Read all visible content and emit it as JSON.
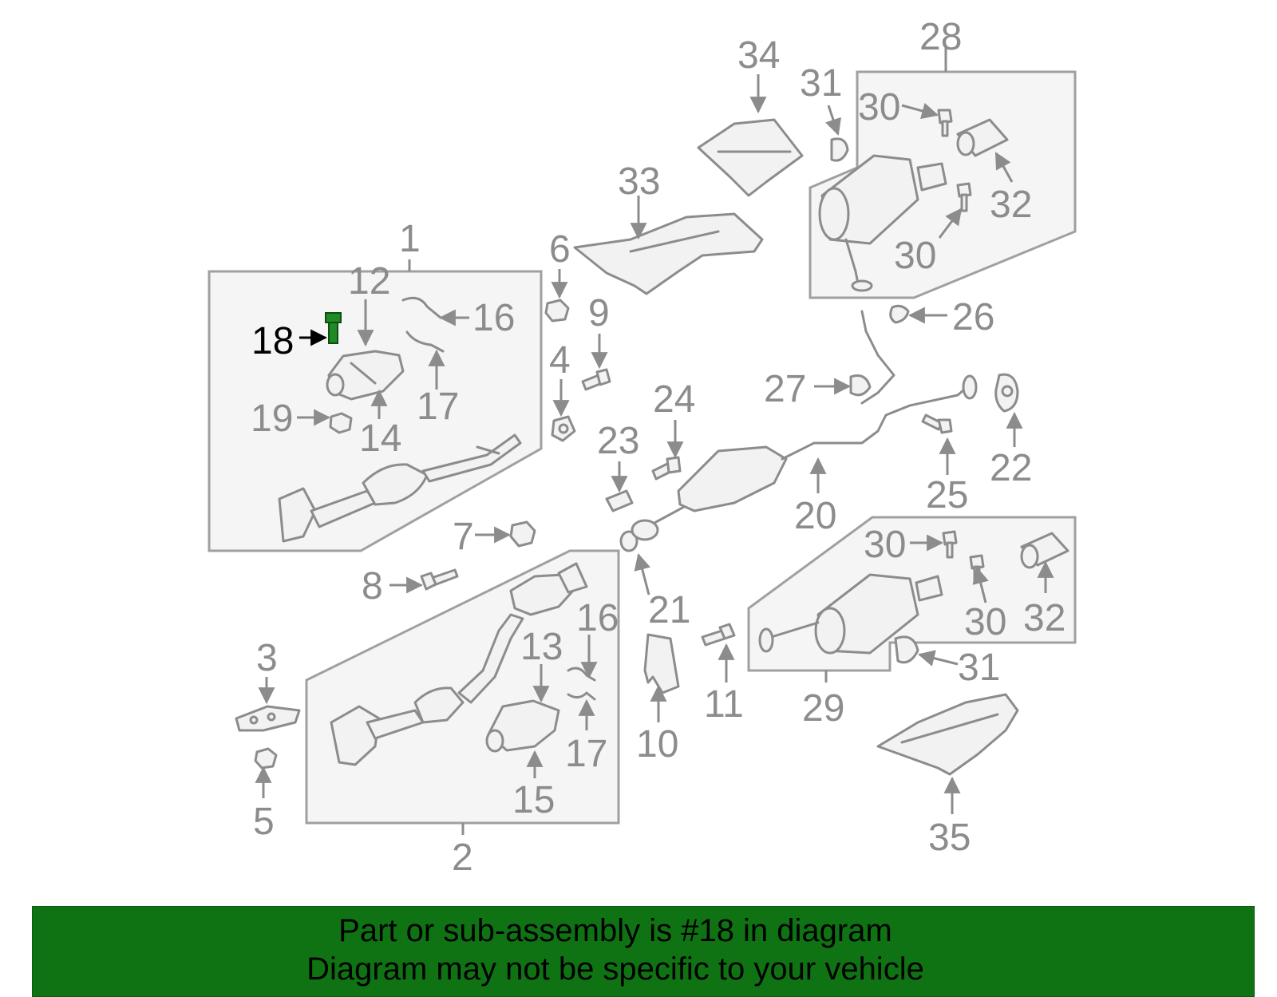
{
  "diagram": {
    "highlight_part": "18",
    "highlight_color": "#1f8a26",
    "callouts": [
      "1",
      "2",
      "3",
      "4",
      "5",
      "6",
      "7",
      "8",
      "9",
      "10",
      "11",
      "12",
      "13",
      "14",
      "15",
      "16",
      "16",
      "17",
      "17",
      "18",
      "19",
      "20",
      "21",
      "22",
      "23",
      "24",
      "25",
      "26",
      "27",
      "28",
      "29",
      "30",
      "30",
      "30",
      "30",
      "31",
      "31",
      "32",
      "32",
      "33",
      "34",
      "35"
    ]
  },
  "banner": {
    "line1": "Part or sub-assembly is #18 in diagram",
    "line2": "Diagram may not be specific to your vehicle",
    "background": "#0f7314"
  }
}
